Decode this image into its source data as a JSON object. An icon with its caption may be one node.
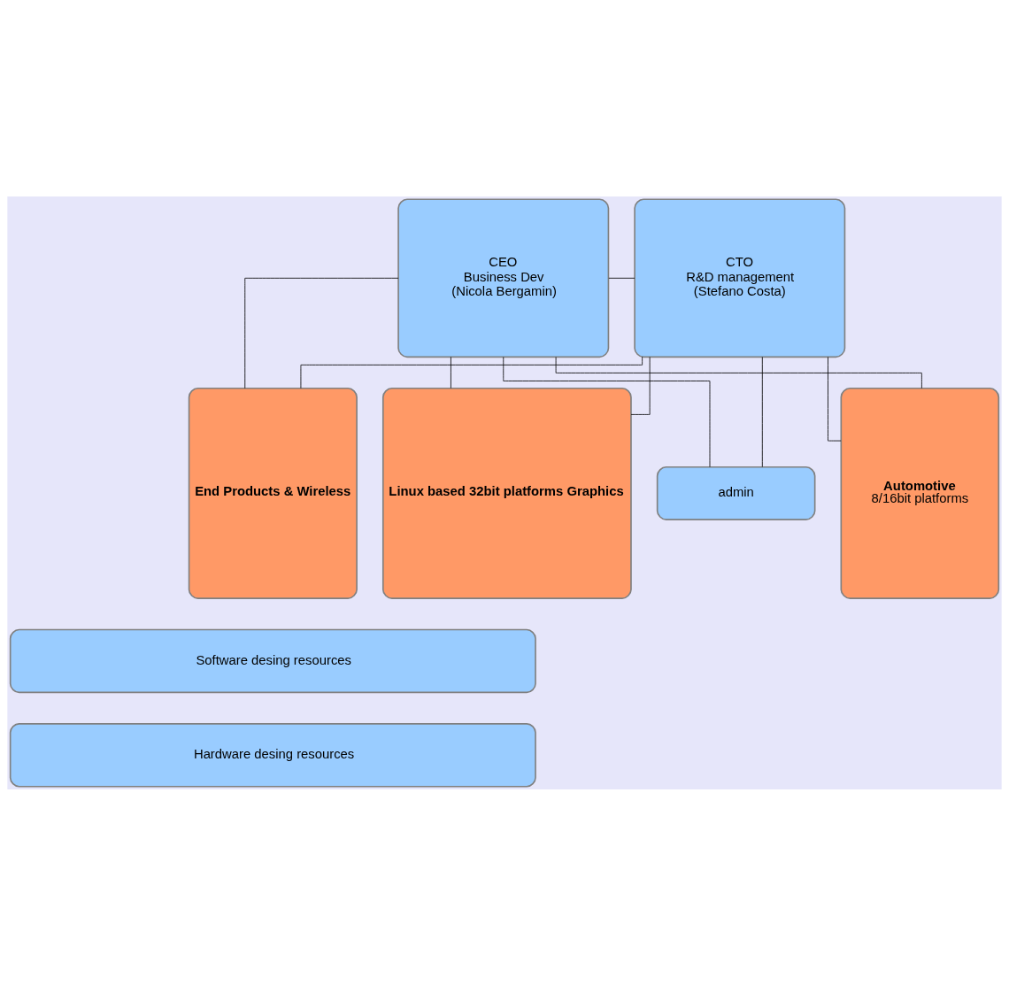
{
  "diagram": {
    "nodes": [
      {
        "text": [
          "CEO",
          "Business Dev",
          "(Nicola Bergamin)"
        ]
      },
      {
        "text": [
          "CTO",
          "R&D management",
          "(Stefano Costa)"
        ]
      },
      {
        "text": [
          "admin"
        ]
      },
      {
        "text": [
          "Automotive",
          "8/16bit platforms"
        ]
      },
      {
        "text": [
          "End Products & Wireless"
        ]
      },
      {
        "text": [
          "Linux based 32bit platforms Graphics"
        ]
      },
      {
        "text": [
          "Software desing resources"
        ]
      },
      {
        "text": [
          "Hardware desing resources"
        ]
      }
    ],
    "edges": [
      {
        "from": 0,
        "to": 1,
        "arrow": "none"
      },
      {
        "from": 0,
        "to": 2,
        "arrow": "none"
      },
      {
        "from": 1,
        "to": 2,
        "arrow": "none"
      },
      {
        "from": 0,
        "to": 3,
        "arrow": "none"
      },
      {
        "from": 1,
        "to": 3,
        "arrow": "none"
      },
      {
        "from": 0,
        "to": 4,
        "arrow": "none"
      },
      {
        "from": 1,
        "to": 4,
        "arrow": "none"
      },
      {
        "from": 0,
        "to": 5,
        "arrow": "none"
      },
      {
        "from": 1,
        "to": 5,
        "arrow": "none"
      }
    ]
  }
}
